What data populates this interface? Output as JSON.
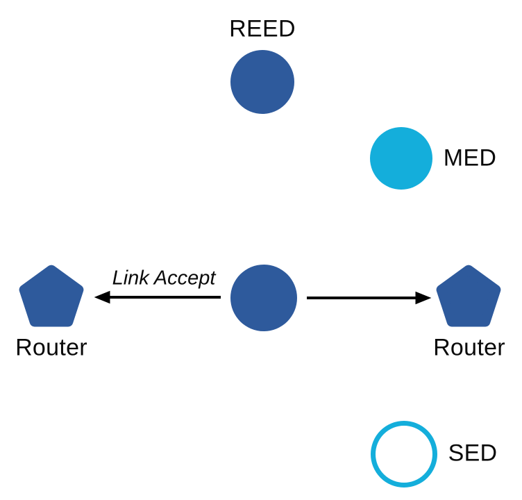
{
  "diagram": {
    "background_color": "#ffffff",
    "colors": {
      "router_blue": "#2E5A9C",
      "device_cyan": "#14AEDB",
      "arrow_black": "#000000",
      "text_black": "#0A0A0A"
    },
    "nodes": {
      "reed": {
        "label": "REED",
        "shape": "filled-circle"
      },
      "med": {
        "label": "MED",
        "shape": "filled-circle"
      },
      "parent": {
        "shape": "filled-circle"
      },
      "router_left": {
        "label": "Router",
        "shape": "pentagon"
      },
      "router_right": {
        "label": "Router",
        "shape": "pentagon"
      },
      "sed": {
        "label": "SED",
        "shape": "outlined-circle"
      }
    },
    "edges": {
      "to_left_router": {
        "label": "Link Accept",
        "direction": "left"
      },
      "to_right_router": {
        "direction": "right"
      }
    }
  }
}
